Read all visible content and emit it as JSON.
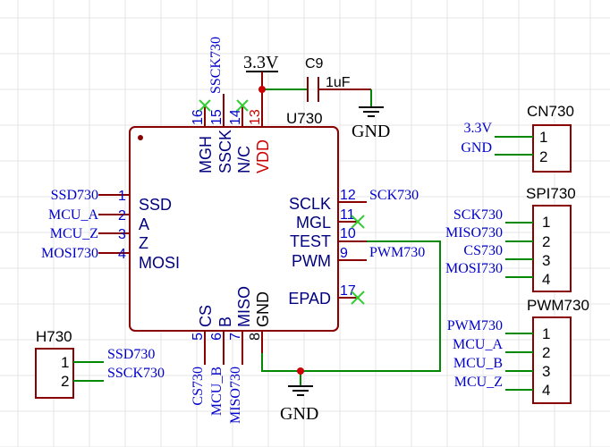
{
  "colors": {
    "body_stroke": "#880000",
    "body_fill": "#ffffff",
    "wire": "#008800",
    "pin": "#880000",
    "net_label": "#0000cc",
    "pin_name": "#000080",
    "pin_number": "#0000cc",
    "power_pin": "#cc0000",
    "junction": "#cc0000",
    "no_connect": "#33cc33",
    "designator": "#000000",
    "grid": "#e6e6e6"
  },
  "u730": {
    "designator": "U730",
    "left_pins": [
      {
        "num": "1",
        "name": "SSD",
        "net": "SSD730"
      },
      {
        "num": "2",
        "name": "A",
        "net": "MCU_A"
      },
      {
        "num": "3",
        "name": "Z",
        "net": "MCU_Z"
      },
      {
        "num": "4",
        "name": "MOSI",
        "net": "MOSI730"
      }
    ],
    "right_pins": [
      {
        "num": "12",
        "name": "SCLK",
        "net": "SCK730"
      },
      {
        "num": "11",
        "name": "MGL",
        "net": ""
      },
      {
        "num": "10",
        "name": "TEST",
        "net": ""
      },
      {
        "num": "9",
        "name": "PWM",
        "net": "PWM730"
      },
      {
        "num": "17",
        "name": "EPAD",
        "net": ""
      }
    ],
    "top_pins": [
      {
        "num": "16",
        "name": "MGH",
        "net": ""
      },
      {
        "num": "15",
        "name": "SSCK",
        "net": "SSCK730"
      },
      {
        "num": "14",
        "name": "N/C",
        "net": ""
      },
      {
        "num": "13",
        "name": "VDD",
        "net": ""
      }
    ],
    "bottom_pins": [
      {
        "num": "5",
        "name": "CS",
        "net": "CS730"
      },
      {
        "num": "6",
        "name": "B",
        "net": "MCU_B"
      },
      {
        "num": "7",
        "name": "MISO",
        "net": "MISO730"
      },
      {
        "num": "8",
        "name": "GND",
        "net": ""
      }
    ]
  },
  "c9": {
    "designator": "C9",
    "value": "1uF"
  },
  "power": {
    "vcc": "3.3V",
    "gnd_top": "GND",
    "gnd_bottom": "GND"
  },
  "cn730": {
    "designator": "CN730",
    "pins": [
      {
        "num": "1",
        "net": "3.3V"
      },
      {
        "num": "2",
        "net": "GND"
      }
    ]
  },
  "spi730": {
    "designator": "SPI730",
    "pins": [
      {
        "num": "1",
        "net": "SCK730"
      },
      {
        "num": "2",
        "net": "MISO730"
      },
      {
        "num": "3",
        "net": "CS730"
      },
      {
        "num": "4",
        "net": "MOSI730"
      }
    ]
  },
  "pwm730": {
    "designator": "PWM730",
    "pins": [
      {
        "num": "1",
        "net": "PWM730"
      },
      {
        "num": "2",
        "net": "MCU_A"
      },
      {
        "num": "3",
        "net": "MCU_B"
      },
      {
        "num": "4",
        "net": "MCU_Z"
      }
    ]
  },
  "h730": {
    "designator": "H730",
    "pins": [
      {
        "num": "1",
        "net": "SSD730"
      },
      {
        "num": "2",
        "net": "SSCK730"
      }
    ]
  }
}
